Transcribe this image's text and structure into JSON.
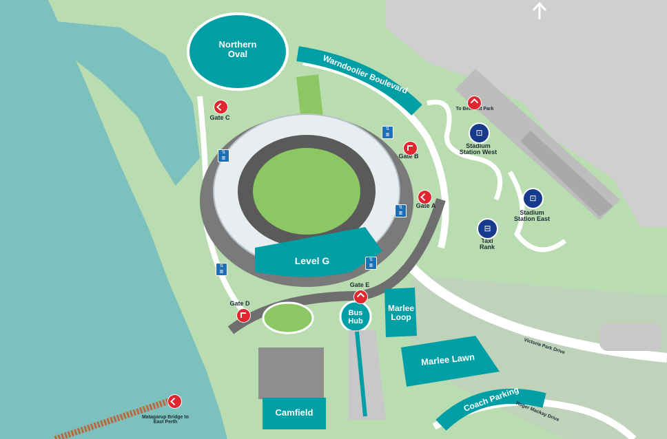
{
  "colors": {
    "water": "#7cc1bd",
    "parkland": "#b9ddb0",
    "path": "#ffffff",
    "teal": "#009fa6",
    "grey_area": "#c8c8c8",
    "gate_red": "#e0262f",
    "station_blue": "#173a8c",
    "lift_blue": "#1e6fb5",
    "field_green": "#8cc763"
  },
  "labels": {
    "northern_oval": "Northern Oval",
    "warndoolier_boulevard": "Warndoolier Boulevard",
    "gate_a": "Gate A",
    "gate_b": "Gate B",
    "gate_c": "Gate C",
    "gate_d": "Gate D",
    "gate_e": "Gate E",
    "level_g": "Level G",
    "bus_hub": "Bus Hub",
    "marlee_loop": "Marlee Loop",
    "marlee_lawn": "Marlee Lawn",
    "camfield": "Camfield",
    "coach_parking": "Coach Parking",
    "stadium_station_west": "Stadium Station West",
    "stadium_station_east": "Stadium Station East",
    "taxi_rank": "Taxi Rank",
    "to_belmont_park": "To Belmont Park",
    "victoria_park_drive": "Victoria Park Drive",
    "roger_mackay_drive": "Roger Mackay Drive",
    "matagarup_bridge": "Matagarup Bridge to East Perth"
  },
  "icons": {
    "north_arrow": "up-arrow-icon",
    "gate": "gate-arrow-icon",
    "lift": "lift-icon",
    "train": "train-icon",
    "taxi": "taxi-icon"
  }
}
